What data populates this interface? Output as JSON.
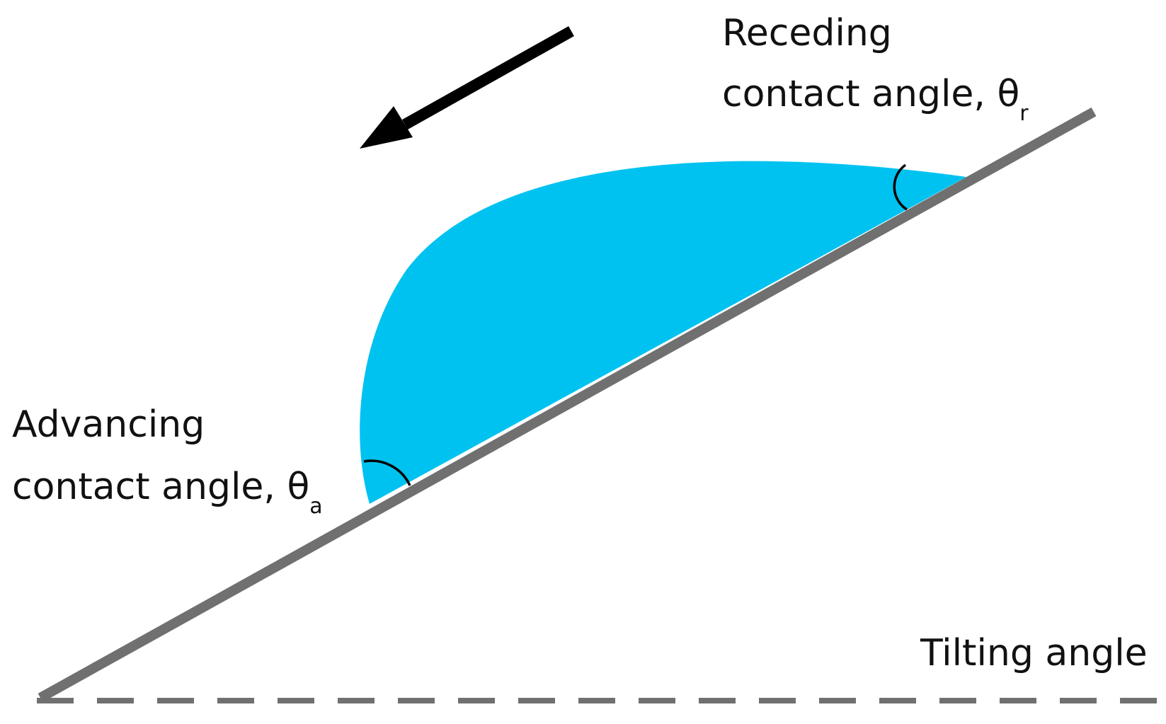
{
  "labels": {
    "receding_line1": "Receding",
    "receding_line2": "contact angle, ",
    "receding_symbol": "θ",
    "receding_subscript": "r",
    "advancing_line1": "Advancing",
    "advancing_line2": "contact angle, ",
    "advancing_symbol": "θ",
    "advancing_subscript": "a",
    "tilting": "Tilting angle"
  },
  "colors": {
    "droplet": "#00C2F0",
    "surface": "#707070",
    "baseline": "#707070",
    "arrow": "#000000",
    "arc": "#000000",
    "text": "#111111"
  },
  "icons": {
    "arrow": "motion-arrow-icon"
  }
}
